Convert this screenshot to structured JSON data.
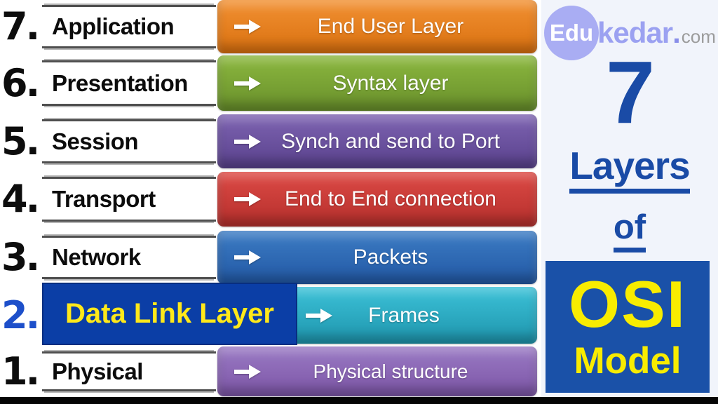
{
  "layers": [
    {
      "number": "7.",
      "name": "Application",
      "description": "End User Layer",
      "bar_top": "#f29133",
      "bar_bottom": "#d9700f"
    },
    {
      "number": "6.",
      "name": "Presentation",
      "description": "Syntax layer",
      "bar_top": "#8cb83f",
      "bar_bottom": "#688f2b"
    },
    {
      "number": "5.",
      "name": "Session",
      "description": "Synch and send to Port",
      "bar_top": "#7e64b2",
      "bar_bottom": "#59418c"
    },
    {
      "number": "4.",
      "name": "Transport",
      "description": "End to End connection",
      "bar_top": "#dd4a45",
      "bar_bottom": "#b52f2c"
    },
    {
      "number": "3.",
      "name": "Network",
      "description": "Packets",
      "bar_top": "#3c7cc4",
      "bar_bottom": "#2258a4"
    },
    {
      "number": "2.",
      "name": "Data Link Layer",
      "description": "Frames",
      "bar_top": "#3cc2d8",
      "bar_bottom": "#1e94ac",
      "highlighted": true
    },
    {
      "number": "1.",
      "name": "Physical",
      "description": "Physical structure",
      "bar_top": "#9a7ac4",
      "bar_bottom": "#7c55a6"
    }
  ],
  "brand": {
    "logo_circle_text": "Edu",
    "logo_name": "kedar",
    "logo_dot": ".",
    "logo_tld": "com",
    "big_number": "7",
    "line_layers": "Layers",
    "line_of": "of",
    "box_line1": "OSI",
    "box_line2": "Model"
  },
  "colors": {
    "highlight_box_bg": "#0b3ea6",
    "highlight_text_yellow": "#ffe81a",
    "highlight_number_blue": "#1d4fca",
    "accent_blue": "#1a4ba6",
    "osi_box_bg": "#1a51a8",
    "osi_text_yellow": "#f8ec00",
    "panel_bg": "#f1f4fb",
    "logo_periwinkle": "#a9adf3",
    "logo_com_gray": "#9b9b9b",
    "ruled_line_gray": "#4f4f4f",
    "bottom_strip_black": "#050505"
  }
}
